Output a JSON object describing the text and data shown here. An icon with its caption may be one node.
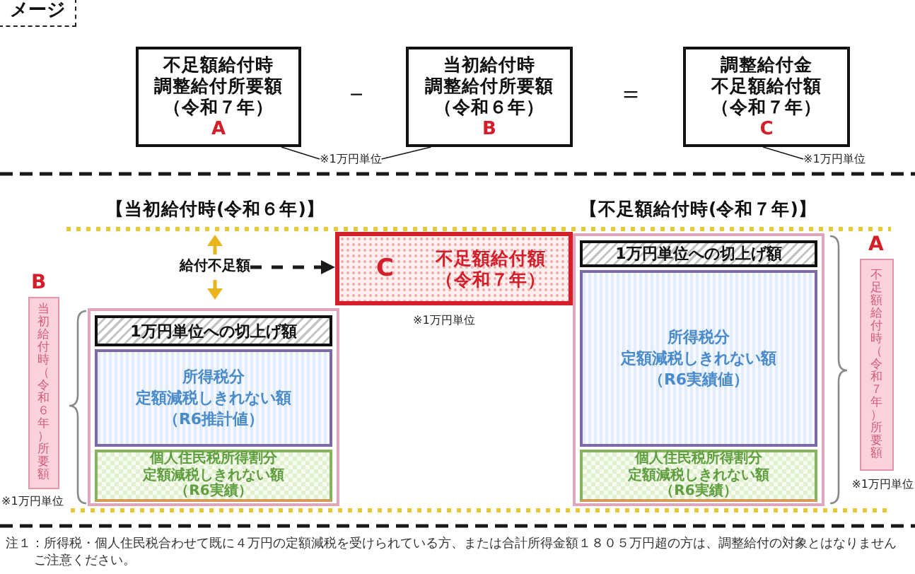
{
  "diagram": {
    "title": "メージ",
    "nodes": [
      {
        "text": [
          "不足額給付時調整給付所要額（令和７年）",
          "A"
        ]
      },
      {
        "text": [
          "当初給付時調整給付所要額（令和６年）",
          "B"
        ]
      },
      {
        "text": [
          "調整給付金不足額給付額（令和７年）",
          "C"
        ]
      },
      {
        "text": [
          "※1万円単位"
        ]
      },
      {
        "text": [
          "※1万円単位"
        ]
      },
      {
        "text": [
          "当初給付時（令和６年）所要額"
        ],
        "beside": [
          "B",
          "※1万円単位"
        ]
      },
      {
        "text": [],
        "shape": "box"
      },
      {
        "text": [
          "1万円単位への切上げ額"
        ],
        "in": 6
      },
      {
        "text": [
          "所得税分定額減税しきれない額（R6推計値）"
        ],
        "in": 6
      },
      {
        "text": [
          "個人住民税所得割分定額減税しきれない額（R6実績）"
        ],
        "in": 6
      },
      {
        "text": [
          "給付不足額"
        ]
      },
      {
        "text": [
          "C",
          "不足額給付額（令和７年）"
        ],
        "beside": [
          "※1万円単位"
        ]
      },
      {
        "text": [],
        "shape": "box"
      },
      {
        "text": [
          "1万円単位への切上げ額"
        ],
        "in": 12
      },
      {
        "text": [
          "所得税分定額減税しきれない額（R6実績値）"
        ],
        "in": 12
      },
      {
        "text": [
          "個人住民税所得割分定額減税しきれない額（R6実績）"
        ],
        "in": 12
      },
      {
        "text": [
          "不足額給付時（令和７年）所要額"
        ],
        "beside": [
          "A",
          "※1万円単位"
        ]
      }
    ],
    "edges": [
      {
        "from": 3,
        "to": 0,
        "arrow": "none"
      },
      {
        "from": 3,
        "to": 1,
        "arrow": "none"
      },
      {
        "from": 4,
        "to": 2,
        "arrow": "none"
      },
      {
        "from": 10,
        "to": 11,
        "arrow": "to",
        "style": "dashed"
      }
    ],
    "labels": [
      "－",
      "＝",
      "【当初給付時(令和６年)】",
      "【不足額給付時(令和７年)】",
      "注１：所得税・個人住民税合わせて既に４万円の定額減税を受けられている方、または合計所得金額１８０５万円超の方は、調整給付の対象とはなりませんご注意ください。"
    ]
  }
}
